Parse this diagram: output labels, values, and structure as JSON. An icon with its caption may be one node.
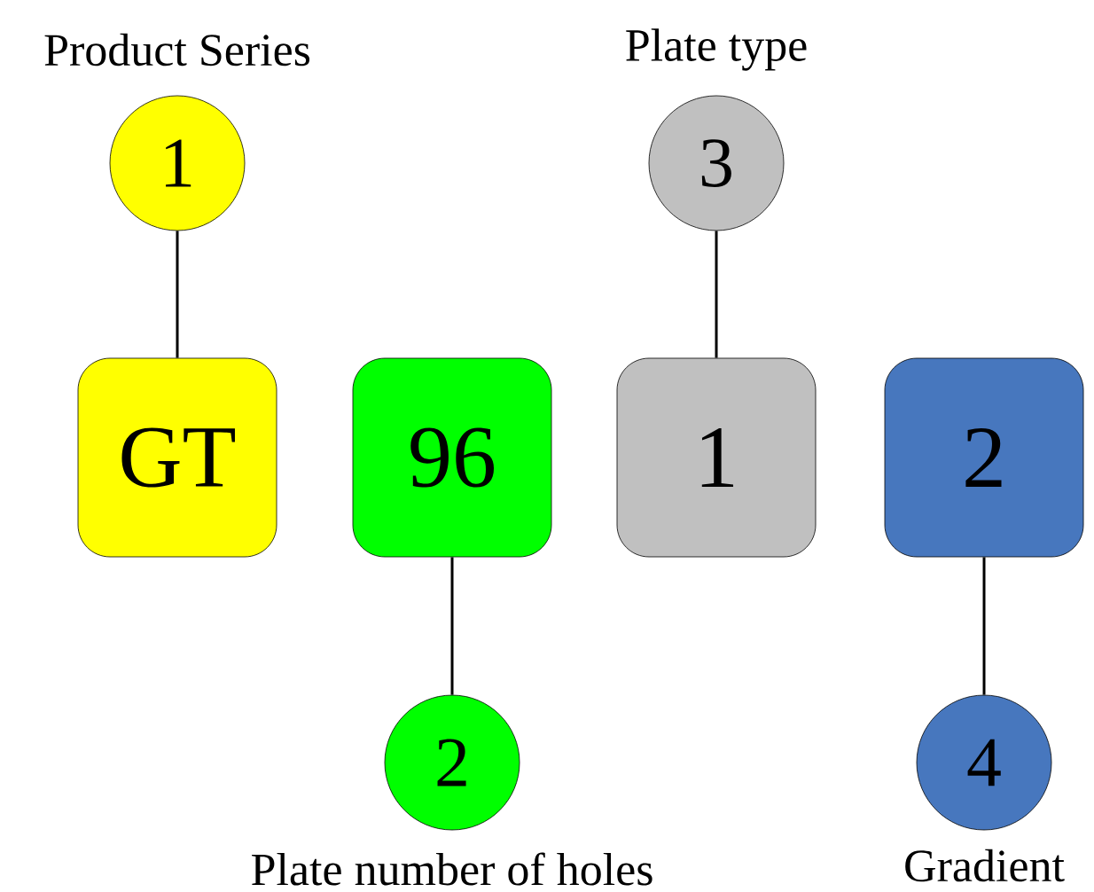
{
  "diagram": {
    "nodes": [
      {
        "text": [
          "1"
        ],
        "beside": [
          "Product Series"
        ]
      },
      {
        "text": [
          "3"
        ],
        "beside": [
          "Plate type"
        ]
      },
      {
        "text": [
          "GT"
        ]
      },
      {
        "text": [
          "96"
        ]
      },
      {
        "text": [
          "1"
        ]
      },
      {
        "text": [
          "2"
        ]
      },
      {
        "text": [
          "2"
        ],
        "beside": [
          "Plate number of holes"
        ]
      },
      {
        "text": [
          "4"
        ],
        "beside": [
          "Gradient"
        ]
      }
    ],
    "edges": [
      {
        "from": 0,
        "to": 2,
        "arrow": "none"
      },
      {
        "from": 1,
        "to": 4,
        "arrow": "none"
      },
      {
        "from": 3,
        "to": 6,
        "arrow": "none"
      },
      {
        "from": 5,
        "to": 7,
        "arrow": "none"
      }
    ]
  }
}
